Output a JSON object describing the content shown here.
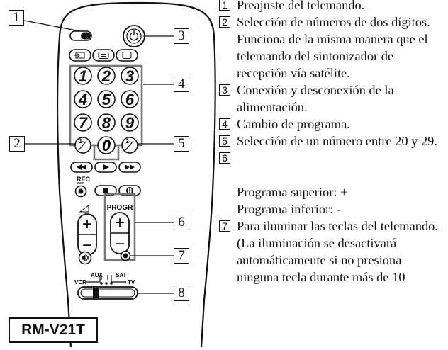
{
  "model": "RM-V21T",
  "callouts": [
    "1",
    "2",
    "3",
    "4",
    "5",
    "6",
    "7",
    "8"
  ],
  "digits": [
    "1",
    "2",
    "3",
    "4",
    "5",
    "6",
    "7",
    "8",
    "9",
    "0"
  ],
  "remote_labels": {
    "btn_1dash": "1-",
    "btn_2dash": "2-",
    "rec": "REC",
    "progr": "PROGR",
    "plus": "+",
    "minus": "−",
    "switch_aux": "AUX",
    "switch_sat": "SAT",
    "switch_vcr": "VCR",
    "switch_tv": "TV"
  },
  "descriptions": [
    {
      "num": "1",
      "text": "Preajuste del telemando."
    },
    {
      "num": "2",
      "text": "Selección de números de dos dígitos.  Funciona de la misma manera que el telemando del sintonizador de recepción vía satélite."
    },
    {
      "num": "3",
      "text": "Conexión y desconexión de la alimentación."
    },
    {
      "num": "4",
      "text": " Cambio de programa."
    },
    {
      "num": "5",
      "text": " Selección de un número entre 20 y 29."
    },
    {
      "num": "6",
      "text": "Programa superior:  +\nPrograma inferior:  -"
    },
    {
      "num": "7",
      "text": "Para iluminar las teclas del telemando.  (La iluminación se desactivará automáticamente si no presiona ninguna tecla durante más de 10"
    }
  ]
}
